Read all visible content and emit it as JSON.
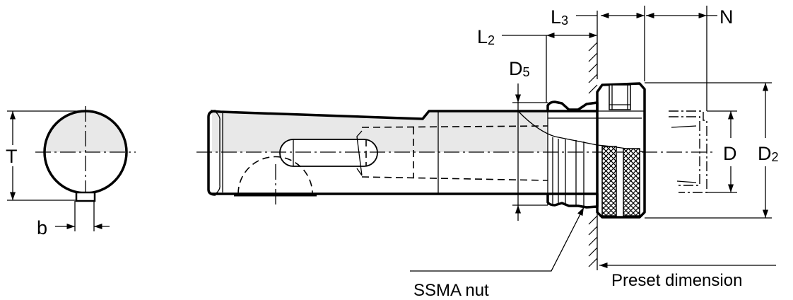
{
  "title": "Collet chuck holder with SSMA nut - dimension drawing",
  "labels": {
    "T": "T",
    "b": "b",
    "L2_main": "L",
    "L2_sub": "2",
    "L3_main": "L",
    "L3_sub": "3",
    "N": "N",
    "D5_main": "D",
    "D5_sub": "5",
    "D": "D",
    "D2_main": "D",
    "D2_sub": "2",
    "ssma_nut": "SSMA nut",
    "preset_dimension": "Preset dimension"
  }
}
